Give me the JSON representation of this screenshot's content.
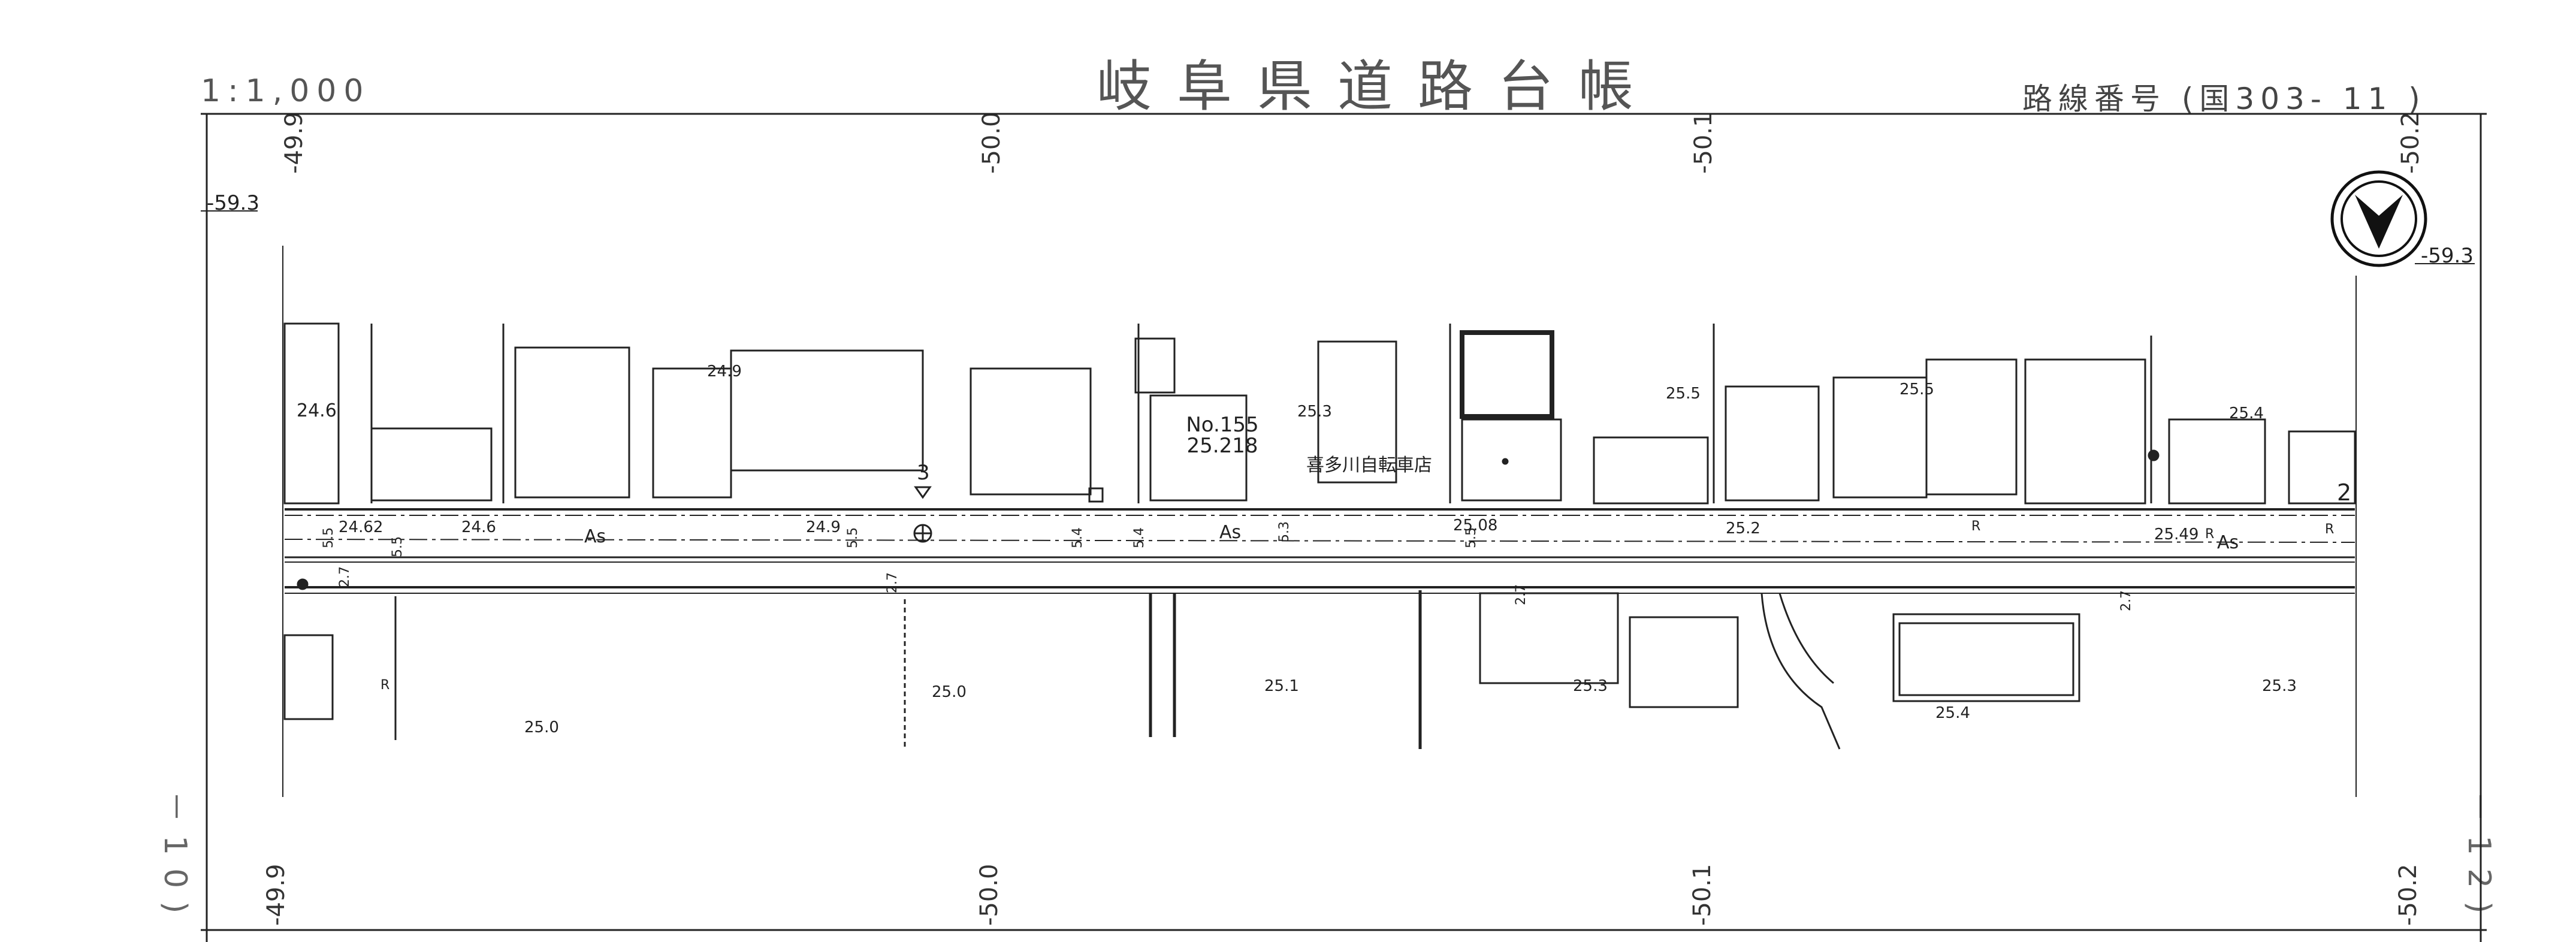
{
  "header": {
    "title": "岐阜県道路台帳",
    "scale": "1:1,000",
    "route": "路線番号 (国303- 11 )"
  },
  "coords": {
    "top_left": "-49.9",
    "top_mid1": "-50.0",
    "top_mid2": "-50.1",
    "top_right": "-50.2",
    "bottom_left": "-49.9",
    "bottom_mid1": "-50.0",
    "bottom_mid2": "-50.1",
    "bottom_right": "-50.2",
    "y_left": "-59.3",
    "y_right": "-59.3"
  },
  "sheet_refs": {
    "left": "－10)",
    "right": "－12)"
  },
  "benchmark": {
    "number": "No.155",
    "elevation": "25.218"
  },
  "shop_name": "喜多川自転車店",
  "surface_labels": [
    "As",
    "As",
    "As"
  ],
  "elevations": [
    "24.6",
    "24.62",
    "24.6",
    "24.9",
    "24.9",
    "25.3",
    "25.5",
    "25.5",
    "25.4",
    "25.08",
    "25.2",
    "25.49",
    "25.0",
    "25.0",
    "25.1",
    "25.3",
    "25.4",
    "25.3"
  ],
  "widths": [
    "5.5",
    "5.5",
    "5.5",
    "5.4",
    "5.4",
    "5.3",
    "5.5",
    "2.7",
    "2.7",
    "2.7",
    "2.7"
  ],
  "markers": [
    "3",
    "2",
    "R",
    "R",
    "R",
    "R"
  ],
  "icons": {
    "north_arrow": "north-arrow-icon"
  }
}
